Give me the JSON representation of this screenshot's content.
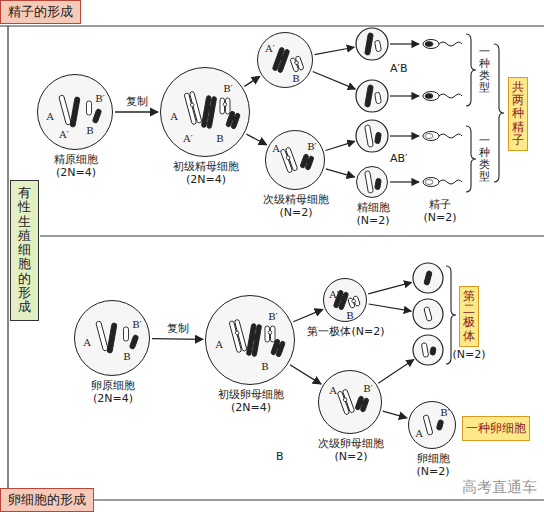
{
  "diagram": {
    "nodes": [
      {
        "text": [
          "精子的形成"
        ]
      },
      {
        "text": [
          "有性生殖细胞的形成"
        ]
      },
      {
        "text": [
          "卵细胞的形成"
        ]
      },
      {
        "text": [
          "A",
          "A′",
          "B′",
          "B",
          "精原细胞 (2N=4)"
        ]
      },
      {
        "text": [
          "A",
          "A′",
          "B′",
          "B",
          "初级精母细胞 (2N=4)"
        ]
      },
      {
        "text": [
          "A′",
          "B"
        ]
      },
      {
        "text": [
          "A",
          "B′",
          "次级精母细胞 (N=2)"
        ]
      },
      {
        "text": [
          "精细胞 (N=2)"
        ]
      },
      {
        "text": [
          "共两种精子"
        ]
      },
      {
        "text": [
          "A",
          "B′",
          "B",
          "卵原细胞 (2N=4)"
        ]
      },
      {
        "text": [
          "A",
          "B′",
          "B",
          "初级卵母细胞 (2N=4)"
        ]
      },
      {
        "text": [
          "A′",
          "B",
          "第一极体(N=2)"
        ]
      },
      {
        "text": [
          "A",
          "B′",
          "次级卵母细胞 (N=2)"
        ]
      },
      {
        "text": [
          "第二极体",
          "(N=2)"
        ]
      },
      {
        "text": [
          "A",
          "B′",
          "卵细胞 (N=2)"
        ]
      },
      {
        "text": [
          "一种卵细胞"
        ]
      }
    ],
    "edges": [
      {
        "from": 3,
        "to": 4,
        "label": "复制",
        "arrow": "to"
      },
      {
        "from": 4,
        "to": 5,
        "arrow": "to"
      },
      {
        "from": 4,
        "to": 6,
        "arrow": "to"
      },
      {
        "from": 6,
        "to": 7,
        "arrow": "to"
      },
      {
        "from": 9,
        "to": 10,
        "label": "复制",
        "arrow": "to"
      },
      {
        "from": 10,
        "to": 11,
        "arrow": "to"
      },
      {
        "from": 10,
        "to": 12,
        "arrow": "to"
      },
      {
        "from": 12,
        "to": 14,
        "arrow": "to"
      }
    ],
    "labels": [
      "一种类型",
      "一种类型",
      "A′B",
      "AB′",
      "精子 (N=2)",
      "B",
      "高考直通车"
    ]
  }
}
